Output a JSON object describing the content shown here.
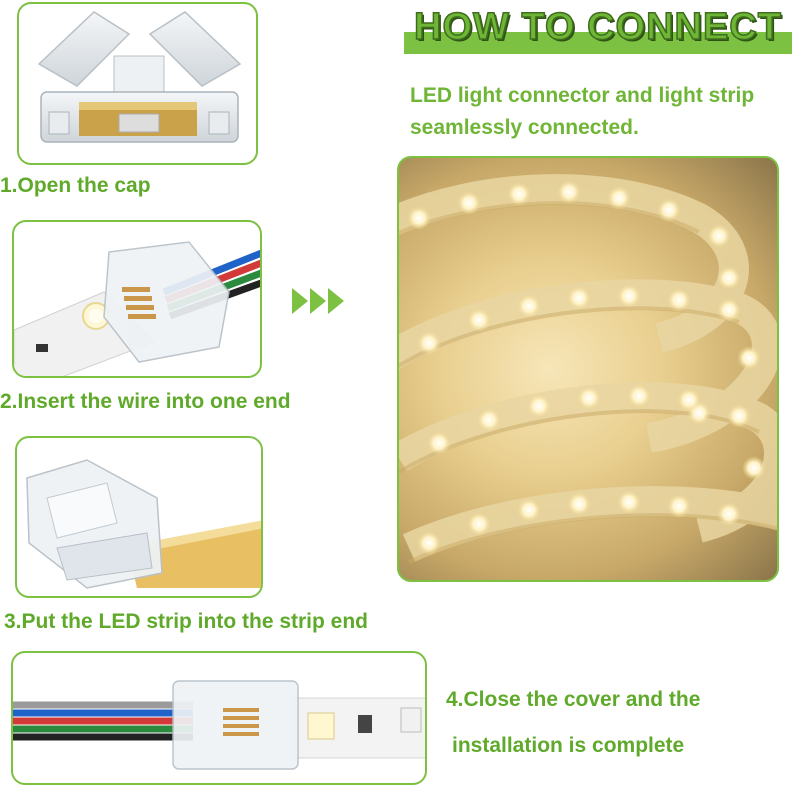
{
  "header": {
    "title": "HOW TO CONNECT",
    "subtitle_line1": "LED light connector and light strip",
    "subtitle_line2": "seamlessly connected."
  },
  "steps": [
    {
      "label": "1.Open the cap"
    },
    {
      "label": "2.Insert the wire into one end"
    },
    {
      "label": "3.Put the LED strip into the strip end"
    },
    {
      "label_line1": "4.Close the cover and the",
      "label_line2": "installation is complete"
    }
  ],
  "colors": {
    "accent": "#7cc142",
    "text_green": "#5faa2a",
    "title_outline": "#3e6e1e"
  },
  "icons": [
    "arrow-right-icon",
    "arrow-right-icon",
    "arrow-right-icon"
  ]
}
